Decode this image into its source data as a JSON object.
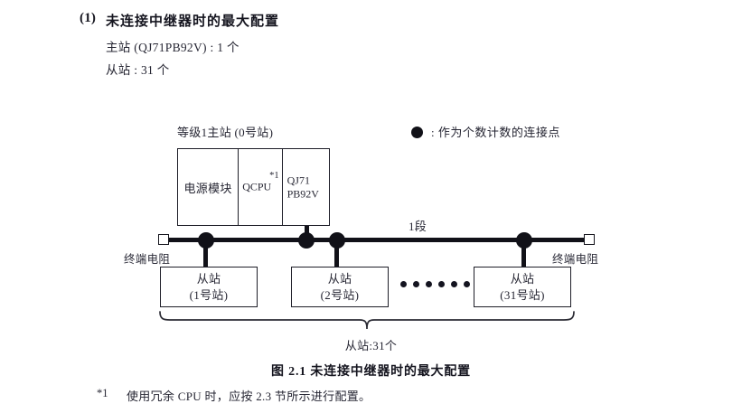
{
  "heading": {
    "number": "(1)",
    "title": "未连接中继器时的最大配置",
    "specs": [
      "主站 (QJ71PB92V) : 1 个",
      "从站 : 31 个"
    ]
  },
  "legend": {
    "symbol": "filled-circle",
    "text": ": 作为个数计数的连接点"
  },
  "diagram": {
    "master": {
      "label": "等级1主站 (0号站)",
      "cells": {
        "power": "电源模块",
        "cpu": "QCPU",
        "cpu_note": "*1",
        "module_line1": "QJ71",
        "module_line2": "PB92V"
      }
    },
    "bus": {
      "segment_label": "1段",
      "terminator_left": "终端电阻",
      "terminator_right": "终端电阻"
    },
    "slaves": [
      {
        "line1": "从站",
        "line2": "(1号站)"
      },
      {
        "line1": "从站",
        "line2": "(2号站)"
      },
      {
        "line1": "从站",
        "line2": "(31号站)"
      }
    ],
    "ellipsis_count": 6,
    "brace_caption": "从站:31个"
  },
  "figure": {
    "caption": "图 2.1  未连接中继器时的最大配置",
    "footnote_mark": "*1",
    "footnote_text": "使用冗余 CPU 时，应按 2.3 节所示进行配置。"
  },
  "colors": {
    "ink": "#1b1b28",
    "line": "#111118",
    "paper": "#ffffff"
  }
}
